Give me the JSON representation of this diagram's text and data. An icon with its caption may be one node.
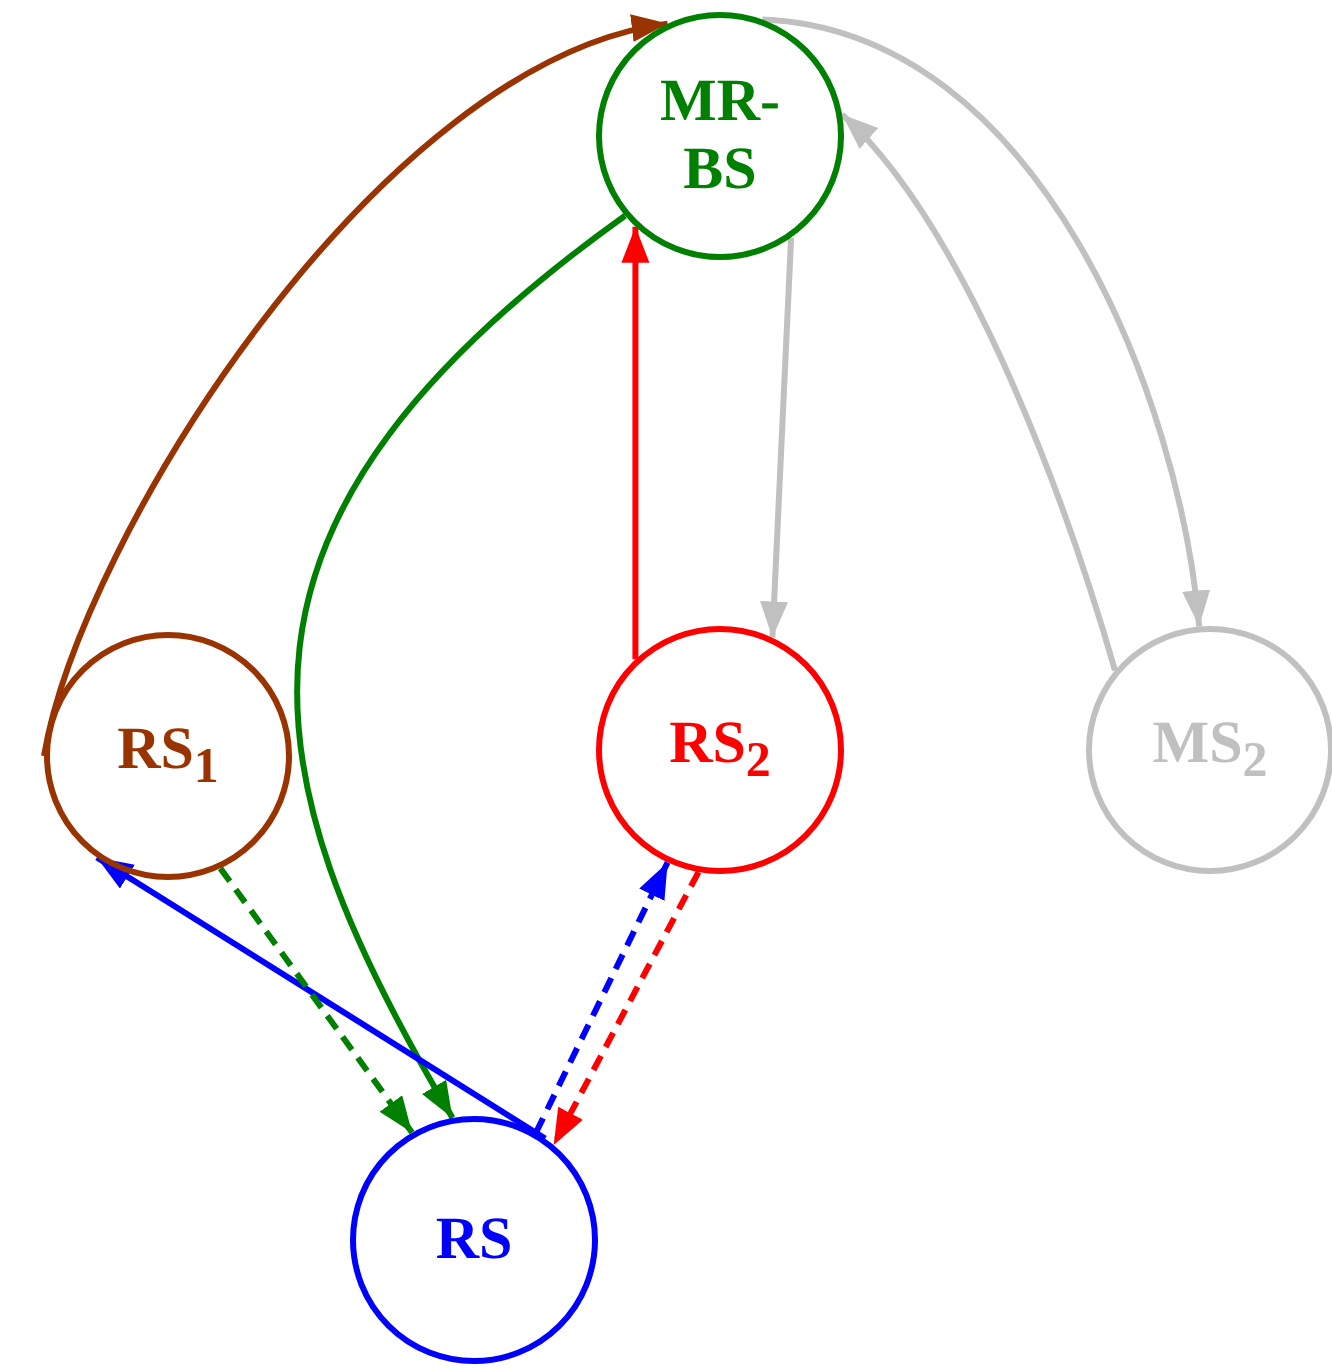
{
  "diagram": {
    "nodes": [
      {
        "text": [
          "MR-BS"
        ]
      },
      {
        "text": [
          "RS$_{1}$"
        ]
      },
      {
        "text": [
          "RS$_{2}$"
        ]
      },
      {
        "text": [
          "MS$_{2}$"
        ]
      },
      {
        "text": [
          "RS"
        ]
      }
    ],
    "edges": [
      {
        "from": 1,
        "to": 0,
        "arrow": "to",
        "color": "#993300"
      },
      {
        "from": 0,
        "to": 3,
        "arrow": "to",
        "color": "#c0c0c0"
      },
      {
        "from": 3,
        "to": 0,
        "arrow": "to",
        "color": "#c0c0c0"
      },
      {
        "from": 0,
        "to": 2,
        "arrow": "to",
        "color": "#c0c0c0"
      },
      {
        "from": 2,
        "to": 0,
        "arrow": "to",
        "color": "#ff0000"
      },
      {
        "from": 0,
        "to": 4,
        "arrow": "to",
        "color": "#008000"
      },
      {
        "from": 4,
        "to": 1,
        "arrow": "to",
        "color": "#0000ff"
      },
      {
        "from": 1,
        "to": 4,
        "arrow": "to",
        "style": "dashed",
        "color": "#008000"
      },
      {
        "from": 4,
        "to": 2,
        "arrow": "to",
        "style": "dashed",
        "color": "#0000ff"
      },
      {
        "from": 2,
        "to": 4,
        "arrow": "to",
        "style": "dashed",
        "color": "#ff0000"
      }
    ]
  }
}
